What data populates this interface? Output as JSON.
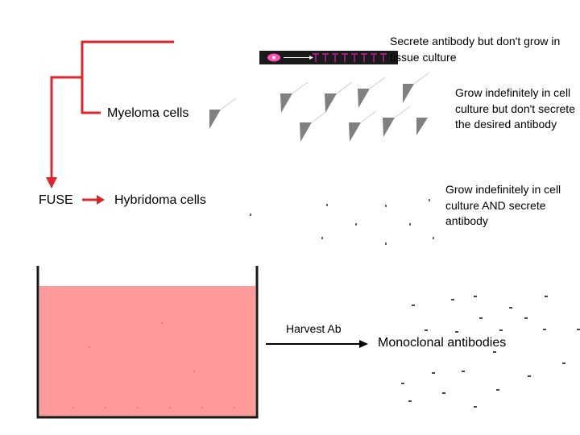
{
  "colors": {
    "flow_line": "#d8282b",
    "culture_medium": "#ff9a9a",
    "cell_shape": "#808080",
    "dots": "#444444"
  },
  "labels": {
    "secrete_note": "Secrete antibody but don't grow in tissue culture",
    "myeloma": "Myeloma cells",
    "myeloma_note": "Grow indefinitely in cell culture but don't secrete the desired antibody",
    "fuse": "FUSE",
    "hybridoma": "Hybridoma cells",
    "hybridoma_note": "Grow indefinitely in cell culture AND secrete antibody",
    "harvest": "Harvest Ab",
    "monoclonal": "Monoclonal antibodies"
  },
  "icons": {
    "b_cell": "b-cell-with-antibodies-icon",
    "myeloma": "myeloma-cell-icon",
    "arrow": "arrow-right-icon"
  }
}
